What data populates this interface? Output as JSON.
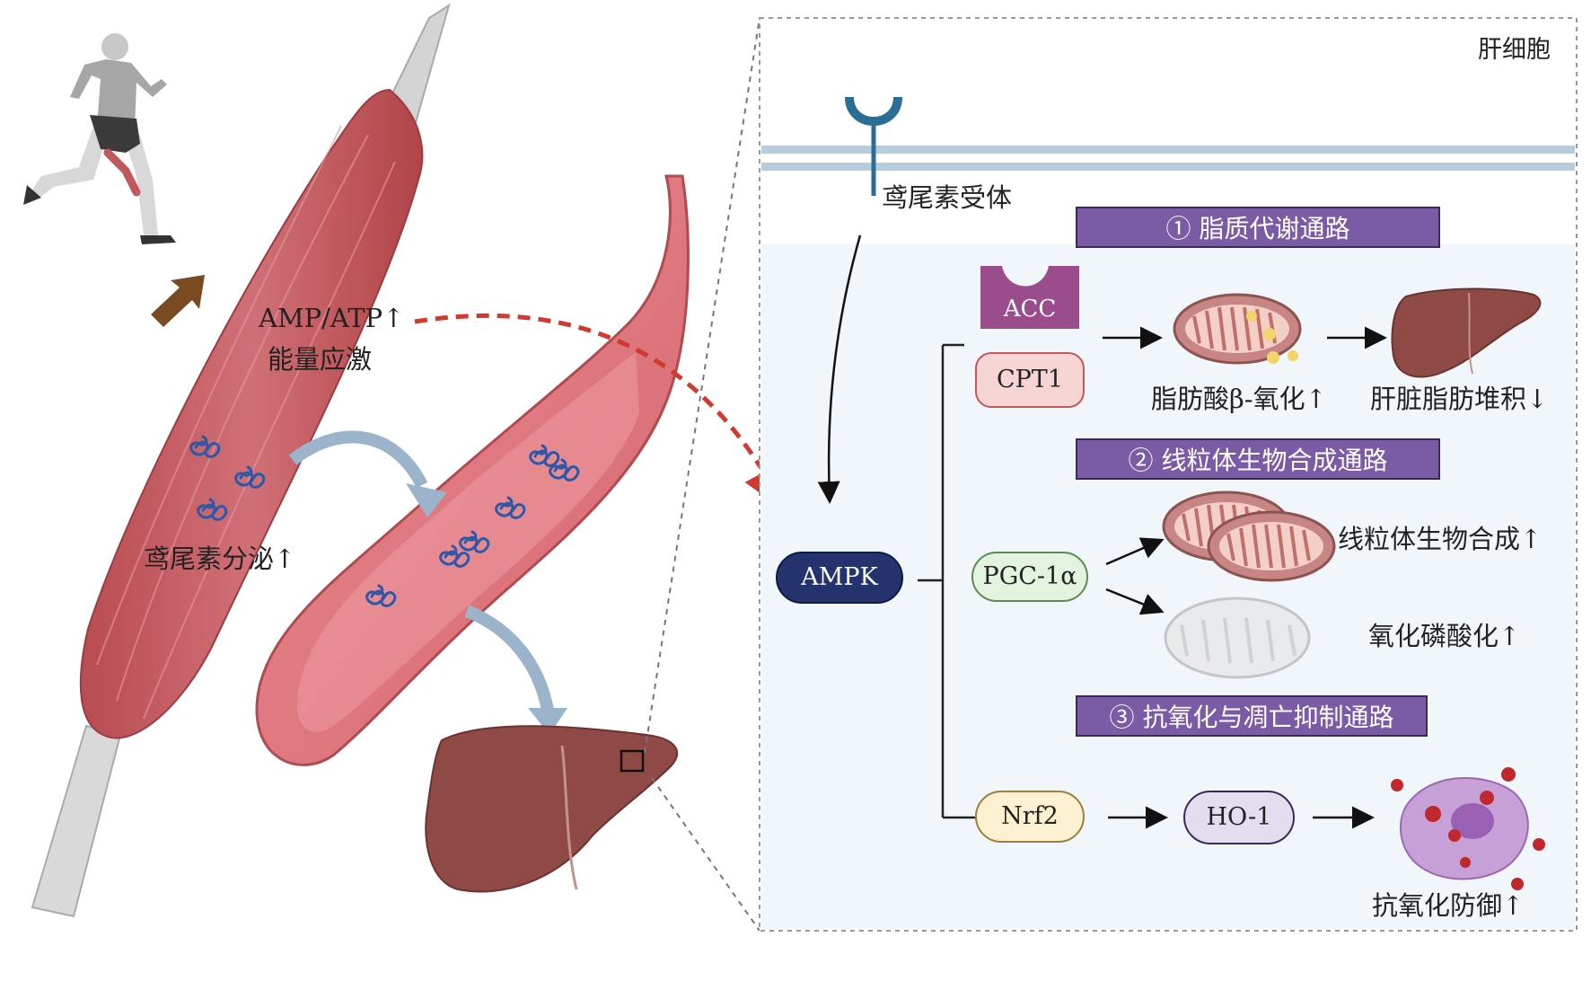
{
  "cell_label": "肝细胞",
  "receptor_label": "鸢尾素受体",
  "muscle_labels": {
    "energy_ratio": "AMP/ATP↑",
    "energy_stress": "能量应激",
    "irisin_secretion": "鸢尾素分泌↑"
  },
  "hub": "AMPK",
  "pathways": [
    {
      "banner": "① 脂质代谢通路",
      "nodes": [
        "ACC",
        "CPT1"
      ],
      "outcomes": [
        "脂肪酸β-氧化↑",
        "肝脏脂肪堆积↓"
      ]
    },
    {
      "banner": "② 线粒体生物合成通路",
      "nodes": [
        "PGC-1α"
      ],
      "outcomes": [
        "线粒体生物合成↑",
        "氧化磷酸化↑"
      ]
    },
    {
      "banner": "③ 抗氧化与凋亡抑制通路",
      "nodes": [
        "Nrf2",
        "HO-1"
      ],
      "outcomes": [
        "抗氧化防御↑"
      ]
    }
  ],
  "colors": {
    "muscle": "#c0585c",
    "vessel": "#e17f86",
    "liver": "#8f4a45",
    "irisin": "#2d57a8",
    "receptor": "#2a6e96",
    "banner": "#7b5aa6",
    "ampk": "#24336e",
    "acc": "#9a4c8c",
    "cpt1": "#f7d4d4",
    "pgc": "#e4f3df",
    "nrf2": "#fbf0cf",
    "ho1": "#e4dcef",
    "arrow_dashed": "#d03a30",
    "flow_arrow": "#9bb4cc"
  },
  "icons": [
    "runner-icon",
    "muscle-icon",
    "blood-vessel-icon",
    "liver-icon",
    "irisin-icon",
    "receptor-icon",
    "mitochondrion-icon",
    "damaged-cell-icon"
  ]
}
